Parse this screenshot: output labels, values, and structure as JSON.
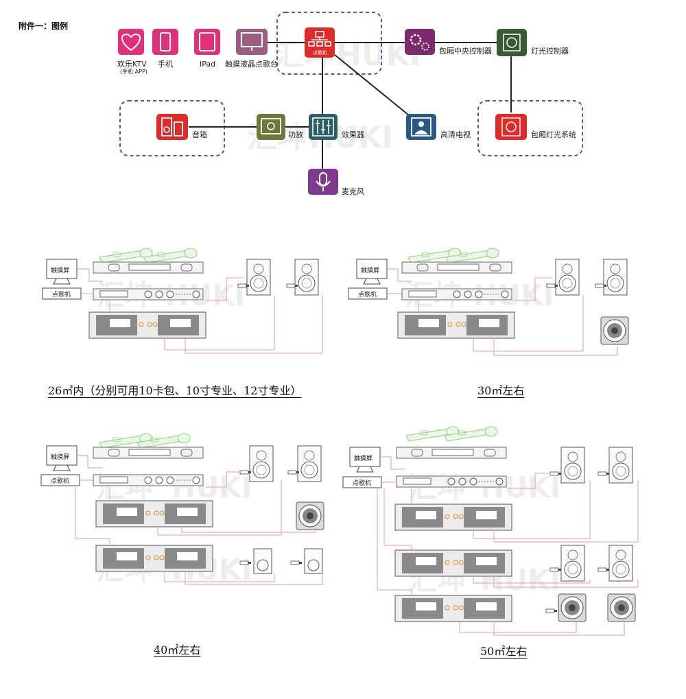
{
  "header": "附件一：图例",
  "legend": {
    "ktv_app": "欢乐KTV",
    "ktv_app_sub": "(手机 APP)",
    "phone": "手机",
    "ipad": "IPad",
    "touch_jukebox": "触摸液晶点歌台",
    "song_machine": "点歌机",
    "room_controller": "包厢中央控制器",
    "light_controller": "灯光控制器",
    "speaker": "音箱",
    "amplifier": "功放",
    "effector": "效果器",
    "hd_tv": "高清电视",
    "room_lighting": "包厢灯光系统",
    "microphone": "麦克风"
  },
  "watermark": {
    "cn": "汇坤",
    "en": "HUKI"
  },
  "setups": {
    "touch_screen": "触摸屏",
    "jukebox": "点歌机",
    "s26_caption": "26㎡内（分别可用10卡包、10寸专业、12寸专业）",
    "s30_caption": "30㎡左右",
    "s40_caption": "40㎡左右",
    "s50_caption": "50㎡左右"
  },
  "colors": {
    "pink": "#e0307a",
    "mauve": "#9b5d80",
    "red": "#e02a2a",
    "purple": "#7b2a6e",
    "green": "#3a5a36",
    "slate": "#2f5f63",
    "blue": "#2a5a84",
    "olive": "#6b7a3a",
    "violet": "#7e3a8c",
    "dashed": "#4a5e9a",
    "cable": "#e89a9a"
  }
}
